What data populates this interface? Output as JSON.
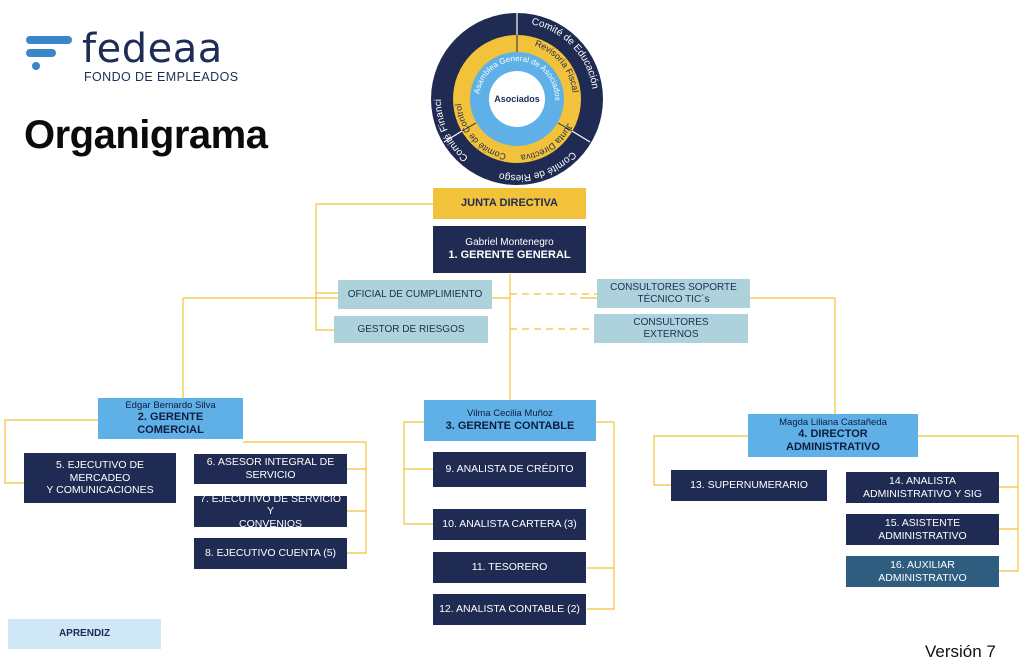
{
  "logo": {
    "word": "fedeaa",
    "subtitle": "FONDO DE EMPLEADOS"
  },
  "title": "Organigrama",
  "wheel": {
    "center": "Asociados",
    "inner_ring": "Asamblea General de Asociados",
    "middle_ring": [
      "Junta Directiva",
      "Revisoría Fiscal",
      "Comité de Control Social"
    ],
    "outer_ring": [
      "Comité de Educación",
      "Comité de Riesgo",
      "Comité Financiero"
    ]
  },
  "colors": {
    "navy": "#1f2b52",
    "gold": "#f2c23b",
    "light_blue": "#add2dc",
    "blue": "#5fb0e6",
    "teal": "#2e5d80",
    "pale": "#cfe7f6"
  },
  "top": {
    "junta": "JUNTA DIRECTIVA",
    "gm_name": "Gabriel Montenegro",
    "gm_role": "1.   GERENTE GENERAL"
  },
  "advisory": {
    "oficial": "OFICIAL DE CUMPLIMIENTO",
    "riesgos": "GESTOR DE RIESGOS",
    "consultores_tic": [
      "CONSULTORES SOPORTE",
      "TÉCNICO TIC´s"
    ],
    "consultores_ext": [
      "CONSULTORES",
      "EXTERNOS"
    ]
  },
  "comercial": {
    "name": "Edgar Bernardo Silva",
    "role": "2. GERENTE COMERCIAL",
    "items": [
      [
        "5. EJECUTIVO DE MERCADEO",
        "Y COMUNICACIONES"
      ],
      [
        "6. ASESOR INTEGRAL DE",
        "SERVICIO"
      ],
      [
        "7. EJECUTIVO DE SERVICIO Y",
        "CONVENIOS"
      ],
      [
        "8. EJECUTIVO CUENTA (5)"
      ]
    ]
  },
  "contable": {
    "name": "Vilma Cecilia Muñoz",
    "role": "3. GERENTE CONTABLE",
    "items": [
      "9. ANALISTA DE CRÉDITO",
      "10. ANALISTA CARTERA (3)",
      "11. TESORERO",
      "12. ANALISTA CONTABLE (2)"
    ]
  },
  "administrativo": {
    "name": "Magda Liliana Castañeda",
    "role": "4. DIRECTOR ADMINISTRATIVO",
    "items": [
      [
        "13. SUPERNUMERARIO"
      ],
      [
        "14. ANALISTA",
        "ADMINISTRATIVO Y SIG"
      ],
      [
        "15. ASISTENTE",
        "ADMINISTRATIVO"
      ],
      [
        "16. AUXILIAR",
        "ADMINISTRATIVO"
      ]
    ]
  },
  "aprendiz": "APRENDIZ",
  "version": "Versión 7"
}
